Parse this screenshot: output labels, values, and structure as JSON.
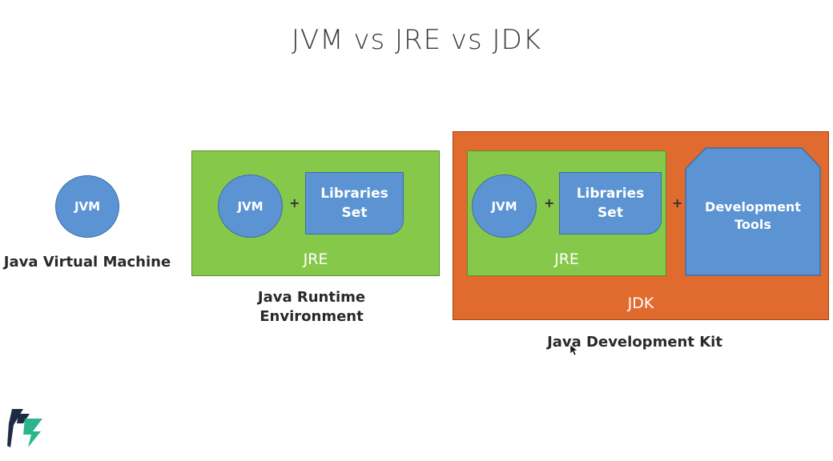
{
  "title": "JVM vs JRE vs JDK",
  "jvm_section": {
    "circle_label": "JVM",
    "caption": "Java Virtual Machine"
  },
  "jre_section": {
    "jvm_label": "JVM",
    "plus": "+",
    "libraries_line1": "Libraries",
    "libraries_line2": "Set",
    "box_label": "JRE",
    "caption_line1": "Java Runtime",
    "caption_line2": "Environment"
  },
  "jdk_section": {
    "jvm_label": "JVM",
    "plus1": "+",
    "libraries_line1": "Libraries",
    "libraries_line2": "Set",
    "jre_label": "JRE",
    "plus2": "+",
    "tools_line1": "Development",
    "tools_line2": "Tools",
    "box_label": "JDK",
    "caption": "Java Development Kit"
  },
  "colors": {
    "blue": "#5b93d3",
    "green": "#86c84a",
    "orange": "#e16a2e",
    "logo_teal": "#2bb58f"
  },
  "logo": {
    "icon": "brand-logo-icon"
  }
}
